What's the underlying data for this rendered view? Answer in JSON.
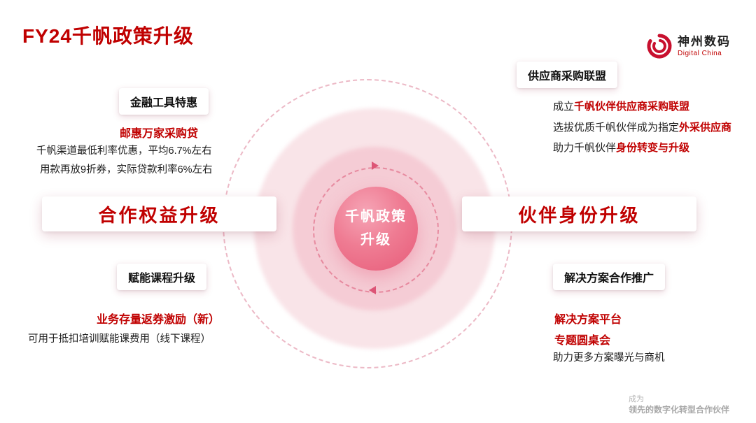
{
  "title": "FY24千帆政策升级",
  "logo": {
    "cn": "神州数码",
    "en": "Digital China"
  },
  "center": {
    "line1": "千帆政策",
    "line2": "升级"
  },
  "left": {
    "finance": {
      "header": "金融工具特惠",
      "subtitle": "邮惠万家采购贷",
      "line1": "千帆渠道最低利率优惠，平均6.7%左右",
      "line2": "用款再放9折券，实际贷款利率6%左右"
    },
    "band": "合作权益升级",
    "course": {
      "header": "赋能课程升级",
      "subtitle": "业务存量返券激励（新）",
      "line1": "可用于抵扣培训赋能课费用（线下课程）"
    }
  },
  "right": {
    "alliance": {
      "header": "供应商采购联盟",
      "lines": [
        {
          "black": "成立",
          "red": "千帆伙伴供应商采购联盟"
        },
        {
          "black": "选拔优质千帆伙伴成为指定",
          "red": "外采供应商"
        },
        {
          "black": "助力千帆伙伴",
          "red": "身份转变与升级"
        }
      ]
    },
    "band": "伙伴身份升级",
    "solution": {
      "header": "解决方案合作推广",
      "subtitle1": "解决方案平台",
      "subtitle2": "专题圆桌会",
      "line1": "助力更多方案曝光与商机"
    }
  },
  "footer": {
    "line1": "成为",
    "line2": "领先的数字化转型合作伙伴"
  },
  "colors": {
    "accent": "#c00000",
    "sphere_pink": "#ee7b95",
    "logo_red": "#c8102e"
  }
}
